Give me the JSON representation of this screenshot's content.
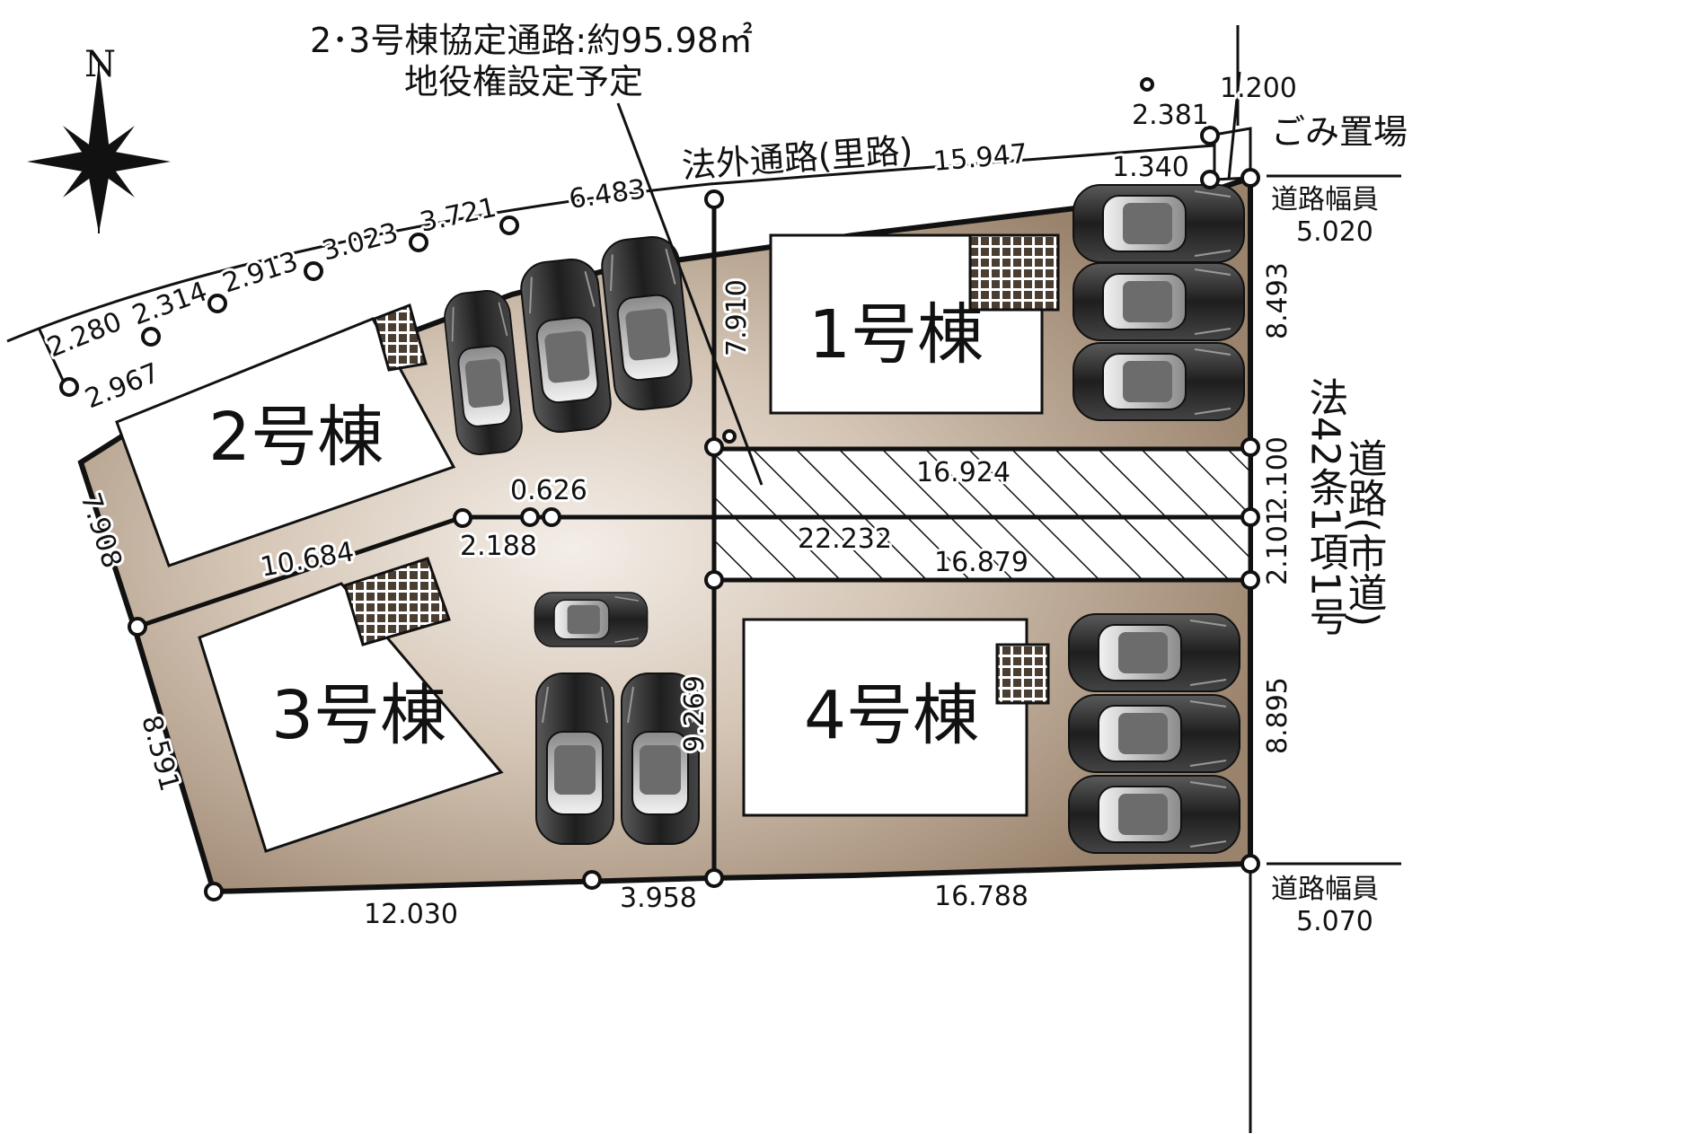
{
  "notes": {
    "easement_line1": "2･3号棟協定通路:約95.98㎡",
    "easement_line2": "地役権設定予定",
    "outer_road": "法外通路(里路)",
    "garbage": "ごみ置場",
    "road_law": "法42条1項1号",
    "road_name": "道路(市道)",
    "road_width_label": "道路幅員"
  },
  "compass": {
    "north": "N"
  },
  "buildings": [
    {
      "id": "1",
      "label": "1号棟"
    },
    {
      "id": "2",
      "label": "2号棟"
    },
    {
      "id": "3",
      "label": "3号棟"
    },
    {
      "id": "4",
      "label": "4号棟"
    }
  ],
  "road_widths": {
    "top": "5.020",
    "bottom": "5.070"
  },
  "dimensions": {
    "d_2280": "2.280",
    "d_2314": "2.314",
    "d_2913": "2.913",
    "d_3023": "3.023",
    "d_3721": "3.721",
    "d_6483": "6.483",
    "d_15947": "15.947",
    "d_2381": "2.381",
    "d_1200": "1.200",
    "d_1340": "1.340",
    "d_2967": "2.967",
    "d_7908": "7.908",
    "d_7910": "7.910",
    "d_8493": "8.493",
    "d_16924": "16.924",
    "d_0626": "0.626",
    "d_2188": "2.188",
    "d_10684": "10.684",
    "d_22232": "22.232",
    "d_16879": "16.879",
    "d_2100": "2.100",
    "d_2101": "2.101",
    "d_8591": "8.591",
    "d_9269": "9.269",
    "d_8895": "8.895",
    "d_12030": "12.030",
    "d_3958": "3.958",
    "d_16788": "16.788"
  },
  "colors": {
    "lot": "#a08c77",
    "lot_light": "#ece3d8",
    "line": "#111111",
    "car_body": "#222222",
    "car_glass": "#d0d0d0"
  }
}
